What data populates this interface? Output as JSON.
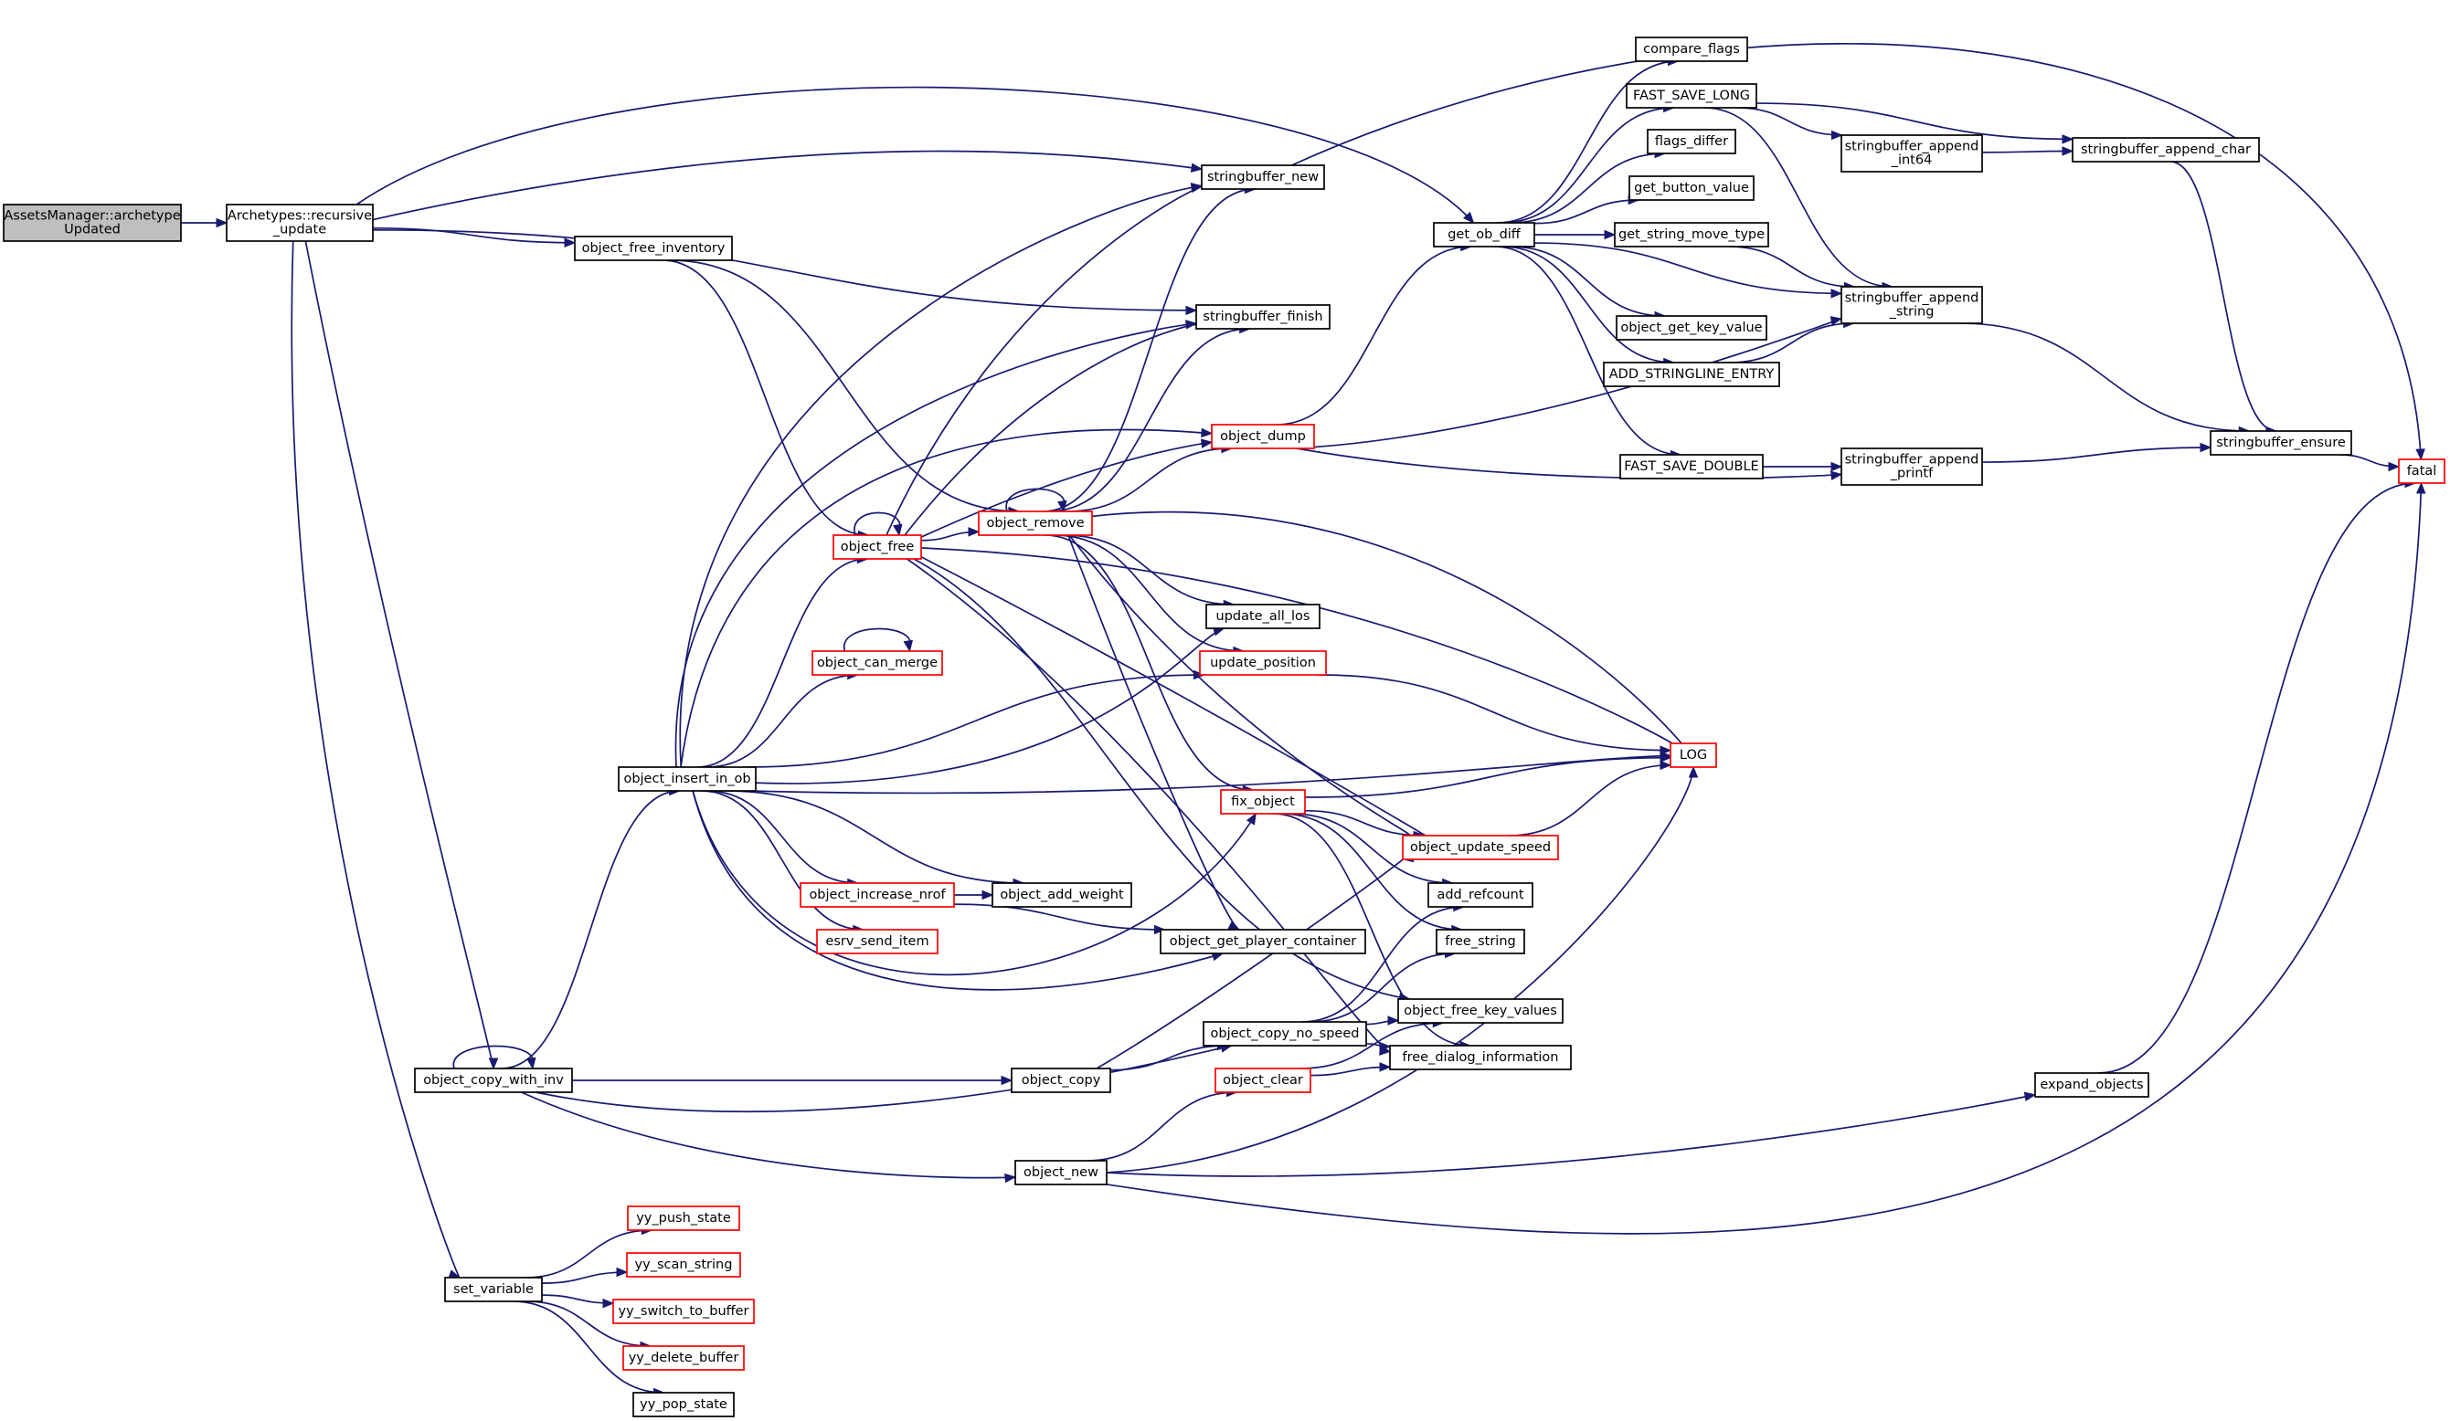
{
  "graph": {
    "nodes": [
      {
        "id": "archetype_updated",
        "lines": [
          "AssetsManager::archetype",
          "Updated"
        ],
        "style": "current"
      },
      {
        "id": "recursive_update",
        "lines": [
          "Archetypes::recursive",
          "_update"
        ],
        "style": "normal"
      },
      {
        "id": "stringbuffer_new",
        "lines": [
          "stringbuffer_new"
        ],
        "style": "normal"
      },
      {
        "id": "object_free_inventory",
        "lines": [
          "object_free_inventory"
        ],
        "style": "normal"
      },
      {
        "id": "stringbuffer_finish",
        "lines": [
          "stringbuffer_finish"
        ],
        "style": "normal"
      },
      {
        "id": "object_dump",
        "lines": [
          "object_dump"
        ],
        "style": "truncated"
      },
      {
        "id": "object_free",
        "lines": [
          "object_free"
        ],
        "style": "truncated"
      },
      {
        "id": "object_remove",
        "lines": [
          "object_remove"
        ],
        "style": "truncated"
      },
      {
        "id": "update_all_los",
        "lines": [
          "update_all_los"
        ],
        "style": "normal"
      },
      {
        "id": "object_can_merge",
        "lines": [
          "object_can_merge"
        ],
        "style": "truncated"
      },
      {
        "id": "update_position",
        "lines": [
          "update_position"
        ],
        "style": "truncated"
      },
      {
        "id": "object_insert_in_ob",
        "lines": [
          "object_insert_in_ob"
        ],
        "style": "normal"
      },
      {
        "id": "fix_object",
        "lines": [
          "fix_object"
        ],
        "style": "truncated"
      },
      {
        "id": "object_update_speed",
        "lines": [
          "object_update_speed"
        ],
        "style": "truncated"
      },
      {
        "id": "object_increase_nrof",
        "lines": [
          "object_increase_nrof"
        ],
        "style": "truncated"
      },
      {
        "id": "object_add_weight",
        "lines": [
          "object_add_weight"
        ],
        "style": "normal"
      },
      {
        "id": "add_refcount",
        "lines": [
          "add_refcount"
        ],
        "style": "normal"
      },
      {
        "id": "esrv_send_item",
        "lines": [
          "esrv_send_item"
        ],
        "style": "truncated"
      },
      {
        "id": "object_get_player_container",
        "lines": [
          "object_get_player_container"
        ],
        "style": "normal"
      },
      {
        "id": "free_string",
        "lines": [
          "free_string"
        ],
        "style": "normal"
      },
      {
        "id": "object_copy_no_speed",
        "lines": [
          "object_copy_no_speed"
        ],
        "style": "normal"
      },
      {
        "id": "object_free_key_values",
        "lines": [
          "object_free_key_values"
        ],
        "style": "normal"
      },
      {
        "id": "object_copy_with_inv",
        "lines": [
          "object_copy_with_inv"
        ],
        "style": "normal"
      },
      {
        "id": "object_copy",
        "lines": [
          "object_copy"
        ],
        "style": "normal"
      },
      {
        "id": "object_clear",
        "lines": [
          "object_clear"
        ],
        "style": "truncated"
      },
      {
        "id": "free_dialog_information",
        "lines": [
          "free_dialog_information"
        ],
        "style": "normal"
      },
      {
        "id": "object_new",
        "lines": [
          "object_new"
        ],
        "style": "normal"
      },
      {
        "id": "set_variable",
        "lines": [
          "set_variable"
        ],
        "style": "normal"
      },
      {
        "id": "yy_push_state",
        "lines": [
          "yy_push_state"
        ],
        "style": "truncated"
      },
      {
        "id": "yy_scan_string",
        "lines": [
          "yy_scan_string"
        ],
        "style": "truncated"
      },
      {
        "id": "yy_switch_to_buffer",
        "lines": [
          "yy_switch_to_buffer"
        ],
        "style": "truncated"
      },
      {
        "id": "yy_delete_buffer",
        "lines": [
          "yy_delete_buffer"
        ],
        "style": "truncated"
      },
      {
        "id": "yy_pop_state",
        "lines": [
          "yy_pop_state"
        ],
        "style": "normal"
      },
      {
        "id": "get_ob_diff",
        "lines": [
          "get_ob_diff"
        ],
        "style": "normal"
      },
      {
        "id": "compare_flags",
        "lines": [
          "compare_flags"
        ],
        "style": "normal"
      },
      {
        "id": "fast_save_long",
        "lines": [
          "FAST_SAVE_LONG"
        ],
        "style": "normal"
      },
      {
        "id": "flags_differ",
        "lines": [
          "flags_differ"
        ],
        "style": "normal"
      },
      {
        "id": "get_button_value",
        "lines": [
          "get_button_value"
        ],
        "style": "normal"
      },
      {
        "id": "get_string_move_type",
        "lines": [
          "get_string_move_type"
        ],
        "style": "normal"
      },
      {
        "id": "object_get_key_value",
        "lines": [
          "object_get_key_value"
        ],
        "style": "normal"
      },
      {
        "id": "add_stringline_entry",
        "lines": [
          "ADD_STRINGLINE_ENTRY"
        ],
        "style": "normal"
      },
      {
        "id": "fast_save_double",
        "lines": [
          "FAST_SAVE_DOUBLE"
        ],
        "style": "normal"
      },
      {
        "id": "stringbuffer_append_int64",
        "lines": [
          "stringbuffer_append",
          "_int64"
        ],
        "style": "normal"
      },
      {
        "id": "stringbuffer_append_char",
        "lines": [
          "stringbuffer_append_char"
        ],
        "style": "normal"
      },
      {
        "id": "stringbuffer_append_string",
        "lines": [
          "stringbuffer_append",
          "_string"
        ],
        "style": "normal"
      },
      {
        "id": "stringbuffer_append_printf",
        "lines": [
          "stringbuffer_append",
          "_printf"
        ],
        "style": "normal"
      },
      {
        "id": "stringbuffer_ensure",
        "lines": [
          "stringbuffer_ensure"
        ],
        "style": "normal"
      },
      {
        "id": "log",
        "lines": [
          "LOG"
        ],
        "style": "truncated"
      },
      {
        "id": "fatal",
        "lines": [
          "fatal"
        ],
        "style": "truncated"
      },
      {
        "id": "expand_objects",
        "lines": [
          "expand_objects"
        ],
        "style": "normal"
      }
    ],
    "edges": [
      [
        "archetype_updated",
        "recursive_update"
      ],
      [
        "recursive_update",
        "get_ob_diff"
      ],
      [
        "recursive_update",
        "stringbuffer_new"
      ],
      [
        "recursive_update",
        "stringbuffer_finish"
      ],
      [
        "recursive_update",
        "object_free_inventory"
      ],
      [
        "recursive_update",
        "object_copy_with_inv"
      ],
      [
        "recursive_update",
        "set_variable"
      ],
      [
        "object_free_inventory",
        "object_free"
      ],
      [
        "object_free_inventory",
        "object_remove"
      ],
      [
        "object_free",
        "object_free"
      ],
      [
        "object_free",
        "stringbuffer_new"
      ],
      [
        "object_free",
        "stringbuffer_finish"
      ],
      [
        "object_free",
        "object_dump"
      ],
      [
        "object_free",
        "object_remove"
      ],
      [
        "object_free",
        "log"
      ],
      [
        "object_free",
        "object_update_speed"
      ],
      [
        "object_free",
        "object_free_key_values"
      ],
      [
        "object_free",
        "free_dialog_information"
      ],
      [
        "object_remove",
        "object_remove"
      ],
      [
        "object_remove",
        "stringbuffer_new"
      ],
      [
        "object_remove",
        "stringbuffer_finish"
      ],
      [
        "object_remove",
        "object_dump"
      ],
      [
        "object_remove",
        "update_all_los"
      ],
      [
        "object_remove",
        "update_position"
      ],
      [
        "object_remove",
        "log"
      ],
      [
        "object_remove",
        "fix_object"
      ],
      [
        "object_remove",
        "object_get_player_container"
      ],
      [
        "object_remove",
        "object_update_speed"
      ],
      [
        "object_dump",
        "get_ob_diff"
      ],
      [
        "object_dump",
        "stringbuffer_append_string"
      ],
      [
        "object_dump",
        "stringbuffer_append_printf"
      ],
      [
        "object_can_merge",
        "object_can_merge"
      ],
      [
        "update_position",
        "log"
      ],
      [
        "object_insert_in_ob",
        "stringbuffer_new"
      ],
      [
        "object_insert_in_ob",
        "stringbuffer_finish"
      ],
      [
        "object_insert_in_ob",
        "object_dump"
      ],
      [
        "object_insert_in_ob",
        "object_free"
      ],
      [
        "object_insert_in_ob",
        "object_can_merge"
      ],
      [
        "object_insert_in_ob",
        "update_all_los"
      ],
      [
        "object_insert_in_ob",
        "update_position"
      ],
      [
        "object_insert_in_ob",
        "log"
      ],
      [
        "object_insert_in_ob",
        "fix_object"
      ],
      [
        "object_insert_in_ob",
        "object_increase_nrof"
      ],
      [
        "object_insert_in_ob",
        "object_add_weight"
      ],
      [
        "object_insert_in_ob",
        "esrv_send_item"
      ],
      [
        "object_insert_in_ob",
        "object_get_player_container"
      ],
      [
        "fix_object",
        "log"
      ],
      [
        "fix_object",
        "object_update_speed"
      ],
      [
        "fix_object",
        "add_refcount"
      ],
      [
        "fix_object",
        "free_string"
      ],
      [
        "fix_object",
        "free_dialog_information"
      ],
      [
        "object_update_speed",
        "log"
      ],
      [
        "object_increase_nrof",
        "object_add_weight"
      ],
      [
        "object_increase_nrof",
        "object_get_player_container"
      ],
      [
        "object_copy_with_inv",
        "object_copy_with_inv"
      ],
      [
        "object_copy_with_inv",
        "object_insert_in_ob"
      ],
      [
        "object_copy_with_inv",
        "object_copy"
      ],
      [
        "object_copy_with_inv",
        "object_copy_no_speed"
      ],
      [
        "object_copy_with_inv",
        "object_new"
      ],
      [
        "object_copy",
        "object_copy_no_speed"
      ],
      [
        "object_copy",
        "object_update_speed"
      ],
      [
        "object_copy_no_speed",
        "add_refcount"
      ],
      [
        "object_copy_no_speed",
        "free_string"
      ],
      [
        "object_copy_no_speed",
        "object_free_key_values"
      ],
      [
        "object_copy_no_speed",
        "free_dialog_information"
      ],
      [
        "object_clear",
        "object_free_key_values"
      ],
      [
        "object_clear",
        "free_dialog_information"
      ],
      [
        "object_new",
        "object_clear"
      ],
      [
        "object_new",
        "log"
      ],
      [
        "object_new",
        "expand_objects"
      ],
      [
        "object_new",
        "fatal"
      ],
      [
        "set_variable",
        "yy_push_state"
      ],
      [
        "set_variable",
        "yy_scan_string"
      ],
      [
        "set_variable",
        "yy_switch_to_buffer"
      ],
      [
        "set_variable",
        "yy_delete_buffer"
      ],
      [
        "set_variable",
        "yy_pop_state"
      ],
      [
        "stringbuffer_new",
        "fatal"
      ],
      [
        "get_ob_diff",
        "compare_flags"
      ],
      [
        "get_ob_diff",
        "fast_save_long"
      ],
      [
        "get_ob_diff",
        "flags_differ"
      ],
      [
        "get_ob_diff",
        "get_button_value"
      ],
      [
        "get_ob_diff",
        "get_string_move_type"
      ],
      [
        "get_ob_diff",
        "stringbuffer_append_string"
      ],
      [
        "get_ob_diff",
        "object_get_key_value"
      ],
      [
        "get_ob_diff",
        "add_stringline_entry"
      ],
      [
        "get_ob_diff",
        "fast_save_double"
      ],
      [
        "fast_save_long",
        "stringbuffer_append_int64"
      ],
      [
        "fast_save_long",
        "stringbuffer_append_char"
      ],
      [
        "fast_save_long",
        "stringbuffer_append_string"
      ],
      [
        "get_string_move_type",
        "stringbuffer_append_string"
      ],
      [
        "add_stringline_entry",
        "stringbuffer_append_string"
      ],
      [
        "fast_save_double",
        "stringbuffer_append_printf"
      ],
      [
        "stringbuffer_append_int64",
        "stringbuffer_append_char"
      ],
      [
        "stringbuffer_append_char",
        "stringbuffer_ensure"
      ],
      [
        "stringbuffer_append_string",
        "stringbuffer_ensure"
      ],
      [
        "stringbuffer_append_printf",
        "stringbuffer_ensure"
      ],
      [
        "stringbuffer_ensure",
        "fatal"
      ],
      [
        "expand_objects",
        "fatal"
      ]
    ]
  }
}
